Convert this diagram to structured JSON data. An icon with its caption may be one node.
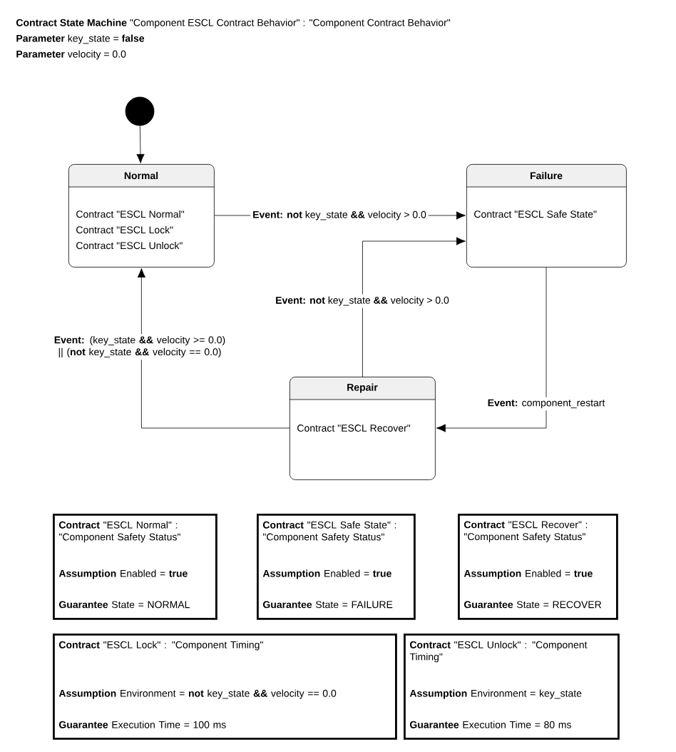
{
  "diagram": {
    "title": "**Contract State Machine** \"Component ESCL Contract Behavior\" : \"Component Contract Behavior\"",
    "nodes": [
      {
        "text": [],
        "shape": "circle"
      },
      {
        "text": [
          "Normal",
          "Contract \"ESCL Normal\"",
          "Contract \"ESCL Lock\"",
          "Contract \"ESCL Unlock\""
        ]
      },
      {
        "text": [
          "Failure",
          "Contract \"ESCL Safe State\""
        ]
      },
      {
        "text": [
          "Repair",
          "Contract \"ESCL Recover\""
        ]
      },
      {
        "text": [
          "**Contract** \"ESCL Normal\" : \"Component Safety Status\"",
          "**Assumption** Enabled = **true**",
          "**Guarantee** State = NORMAL"
        ]
      },
      {
        "text": [
          "**Contract** \"ESCL Safe State\" : \"Component Safety Status\"",
          "**Assumption** Enabled = **true**",
          "**Guarantee** State = FAILURE"
        ]
      },
      {
        "text": [
          "**Contract** \"ESCL Recover\" : \"Component Safety Status\"",
          "**Assumption** Enabled = **true**",
          "**Guarantee** State = RECOVER"
        ]
      },
      {
        "text": [
          "**Contract** \"ESCL Lock\" : \"Component Timing\"",
          "**Assumption** Environment = **not** key_state **&&** velocity == 0.0",
          "**Guarantee** Execution Time = 100 ms"
        ]
      },
      {
        "text": [
          "**Contract** \"ESCL Unlock\" : \"Component Timing\"",
          "**Assumption** Environment = key_state",
          "**Guarantee** Execution Time = 80 ms"
        ]
      }
    ],
    "edges": [
      {
        "from": 0,
        "to": 1,
        "arrow": "to"
      },
      {
        "from": 1,
        "to": 2,
        "arrow": "to",
        "label": "**Event: not** key_state **&&** velocity > 0.0"
      },
      {
        "from": 3,
        "to": 2,
        "arrow": "to",
        "label": "**Event: not** key_state **&&** velocity > 0.0"
      },
      {
        "from": 2,
        "to": 3,
        "arrow": "to",
        "label": "**Event:** component_restart"
      },
      {
        "from": 3,
        "to": 1,
        "arrow": "to",
        "label": "**Event:** (key_state **&&** velocity >= 0.0) || (**not** key_state **&&** velocity == 0.0)"
      }
    ],
    "labels": [
      "**Parameter** key_state = **false**",
      "**Parameter** velocity = 0.0"
    ]
  }
}
